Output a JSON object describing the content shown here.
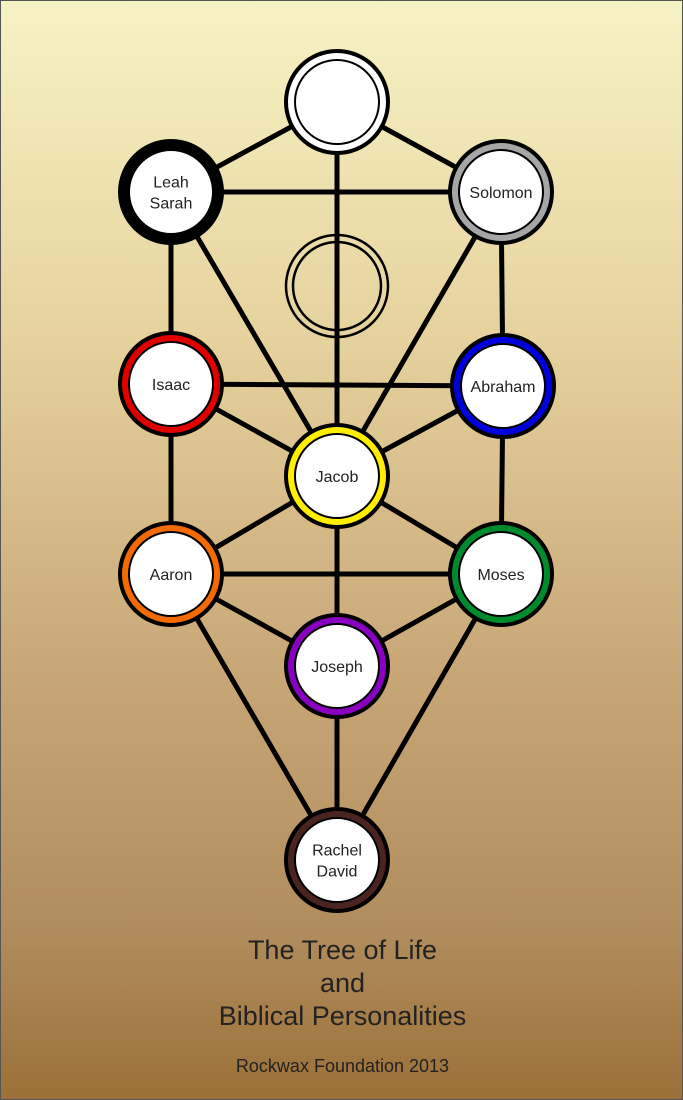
{
  "diagram": {
    "nodes": [
      {
        "id": "crown",
        "lines": [],
        "ring_color": "#ffffff"
      },
      {
        "id": "leah-sarah",
        "lines": [
          "Leah",
          "Sarah"
        ],
        "ring_color": "#000000"
      },
      {
        "id": "solomon",
        "lines": [
          "Solomon"
        ],
        "ring_color": "#a6a6a6"
      },
      {
        "id": "isaac",
        "lines": [
          "Isaac"
        ],
        "ring_color": "#e00000"
      },
      {
        "id": "abraham",
        "lines": [
          "Abraham"
        ],
        "ring_color": "#0000dd"
      },
      {
        "id": "jacob",
        "lines": [
          "Jacob"
        ],
        "ring_color": "#ffee00"
      },
      {
        "id": "aaron",
        "lines": [
          "Aaron"
        ],
        "ring_color": "#f26a00"
      },
      {
        "id": "moses",
        "lines": [
          "Moses"
        ],
        "ring_color": "#008a2e"
      },
      {
        "id": "joseph",
        "lines": [
          "Joseph"
        ],
        "ring_color": "#8a00c0"
      },
      {
        "id": "rachel-david",
        "lines": [
          "Rachel",
          "David"
        ],
        "ring_color": "#4a2420"
      }
    ],
    "edges": [
      [
        "crown",
        "leah-sarah"
      ],
      [
        "crown",
        "solomon"
      ],
      [
        "crown",
        "jacob"
      ],
      [
        "leah-sarah",
        "solomon"
      ],
      [
        "leah-sarah",
        "isaac"
      ],
      [
        "leah-sarah",
        "jacob"
      ],
      [
        "solomon",
        "abraham"
      ],
      [
        "solomon",
        "jacob"
      ],
      [
        "isaac",
        "abraham"
      ],
      [
        "isaac",
        "jacob"
      ],
      [
        "isaac",
        "aaron"
      ],
      [
        "abraham",
        "jacob"
      ],
      [
        "abraham",
        "moses"
      ],
      [
        "jacob",
        "aaron"
      ],
      [
        "jacob",
        "moses"
      ],
      [
        "jacob",
        "joseph"
      ],
      [
        "aaron",
        "moses"
      ],
      [
        "aaron",
        "joseph"
      ],
      [
        "aaron",
        "rachel-david"
      ],
      [
        "moses",
        "joseph"
      ],
      [
        "moses",
        "rachel-david"
      ],
      [
        "joseph",
        "rachel-david"
      ]
    ]
  },
  "caption": {
    "title_line_1": "The Tree of Life",
    "title_line_2": "and",
    "title_line_3": "Biblical Personalities",
    "credit": "Rockwax Foundation  2013"
  }
}
